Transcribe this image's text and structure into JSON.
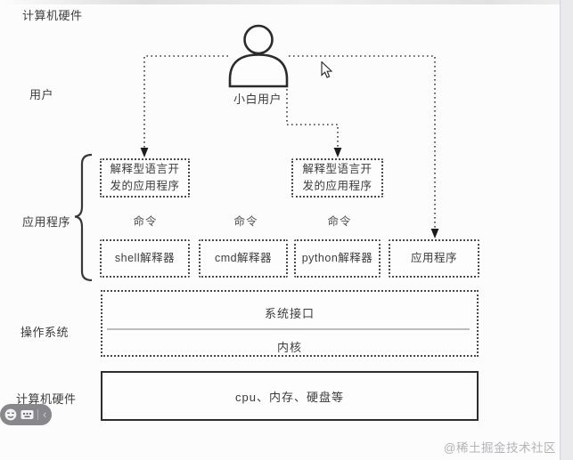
{
  "labels": {
    "hardware_top": "计算机硬件",
    "user": "用户",
    "application": "应用程序",
    "os": "操作系统",
    "hardware_bottom": "计算机硬件"
  },
  "user_node": {
    "label": "小白用户"
  },
  "app_boxes": {
    "interpreted_left": {
      "line1": "解释型语言开",
      "line2": "发的应用程序"
    },
    "interpreted_right": {
      "line1": "解释型语言开",
      "line2": "发的应用程序"
    },
    "shell": "shell解释器",
    "cmd": "cmd解释器",
    "python": "python解释器",
    "app": "应用程序"
  },
  "command_labels": [
    "命令",
    "命令",
    "命令"
  ],
  "os_box": {
    "interface": "系统接口",
    "kernel": "内核"
  },
  "hardware_box": {
    "label": "cpu、内存、硬盘等"
  },
  "watermark": "@稀土掘金技术社区",
  "toolbar": {
    "chevron": "‹"
  },
  "colors": {
    "dashed_border": "#4a4a4a",
    "solid_border": "#2e2e2e",
    "text": "#3b3b3b",
    "divider": "#bdbdbd",
    "watermark": "#b4b4b7",
    "toolbar_bg": "#7d7d82",
    "gutter_bg": "#eaeaec"
  }
}
